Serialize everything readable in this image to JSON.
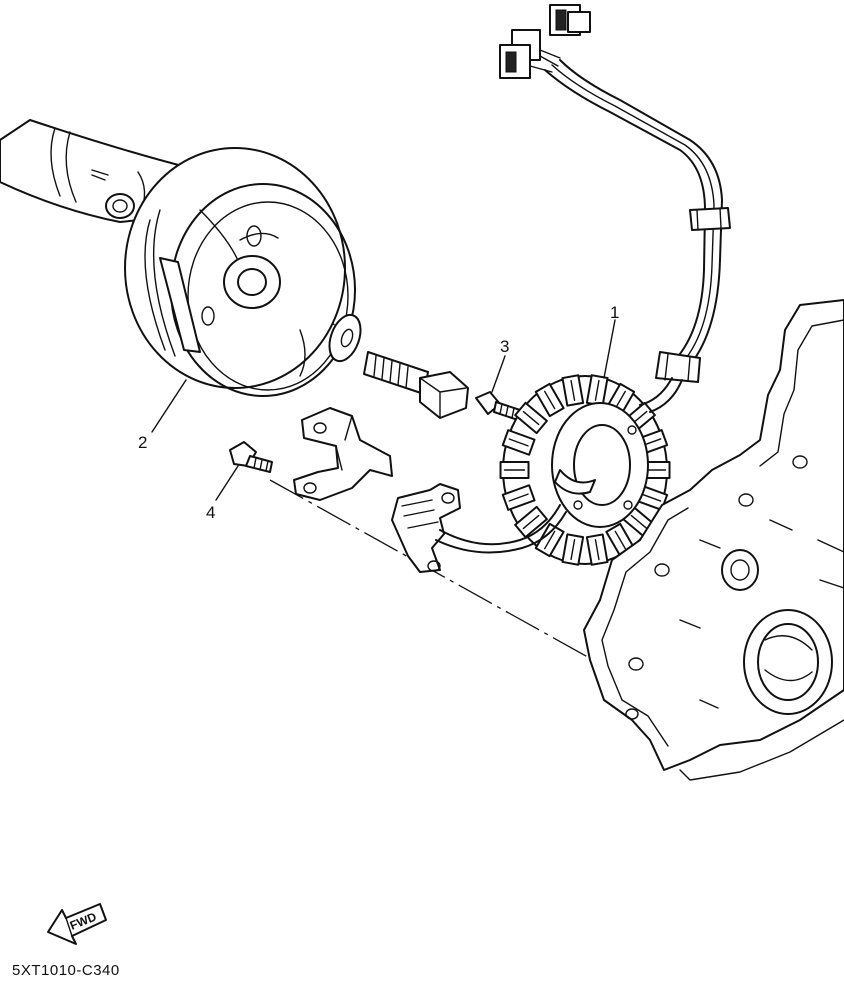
{
  "diagram": {
    "callouts": [
      {
        "id": "1",
        "label": "1"
      },
      {
        "id": "2",
        "label": "2"
      },
      {
        "id": "3",
        "label": "3"
      },
      {
        "id": "4",
        "label": "4"
      }
    ],
    "fwd_label": "FWD",
    "drawing_code": "5XT1010-C340"
  }
}
